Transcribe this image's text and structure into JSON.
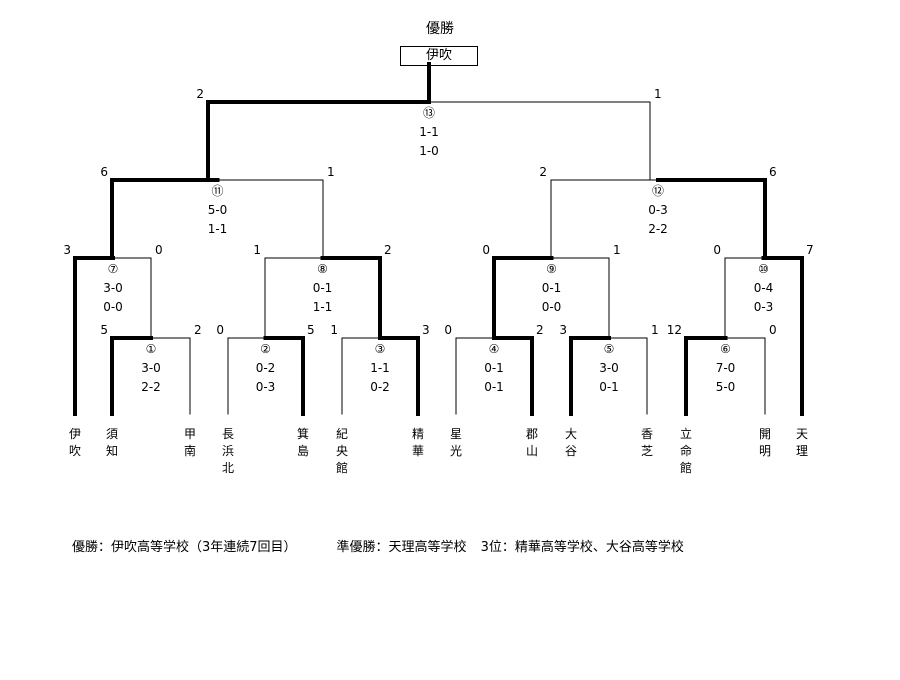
{
  "header": {
    "title": "優勝",
    "champion": "伊吹"
  },
  "teams": [
    "伊吹",
    "須知",
    "甲南",
    "長浜北",
    "箕島",
    "紀央館",
    "精華",
    "星光",
    "郡山",
    "大谷",
    "香芝",
    "立命館",
    "開明",
    "天理"
  ],
  "matches": {
    "m1": {
      "label": "①",
      "lines": [
        "3-0",
        "2-2"
      ],
      "left": "5",
      "right": "2"
    },
    "m2": {
      "label": "②",
      "lines": [
        "0-2",
        "0-3"
      ],
      "left": "0",
      "right": "5"
    },
    "m3": {
      "label": "③",
      "lines": [
        "1-1",
        "0-2"
      ],
      "left": "1",
      "right": "3"
    },
    "m4": {
      "label": "④",
      "lines": [
        "0-1",
        "0-1"
      ],
      "left": "0",
      "right": "2"
    },
    "m5": {
      "label": "⑤",
      "lines": [
        "3-0",
        "0-1"
      ],
      "left": "3",
      "right": "1"
    },
    "m6": {
      "label": "⑥",
      "lines": [
        "7-0",
        "5-0"
      ],
      "left": "12",
      "right": "0"
    },
    "m7": {
      "label": "⑦",
      "lines": [
        "3-0",
        "0-0"
      ],
      "left": "3",
      "right": "0"
    },
    "m8": {
      "label": "⑧",
      "lines": [
        "0-1",
        "1-1"
      ],
      "left": "1",
      "right": "2"
    },
    "m9": {
      "label": "⑨",
      "lines": [
        "0-1",
        "0-0"
      ],
      "left": "0",
      "right": "1"
    },
    "m10": {
      "label": "⑩",
      "lines": [
        "0-4",
        "0-3"
      ],
      "left": "0",
      "right": "7"
    },
    "m11": {
      "label": "⑪",
      "lines": [
        "5-0",
        "1-1"
      ],
      "left": "6",
      "right": "1"
    },
    "m12": {
      "label": "⑫",
      "lines": [
        "0-3",
        "2-2"
      ],
      "left": "2",
      "right": "6"
    },
    "m13": {
      "label": "⑬",
      "lines": [
        "1-1",
        "1-0"
      ],
      "left": "2",
      "right": "1"
    }
  },
  "summary": {
    "champion_text": "優勝：伊吹高等学校（3年連続7回目）",
    "runner_up_text": "準優勝：天理高等学校",
    "third_text": "3位：精華高等学校、大谷高等学校"
  },
  "colors": {
    "line": "#000000",
    "background": "#ffffff"
  }
}
